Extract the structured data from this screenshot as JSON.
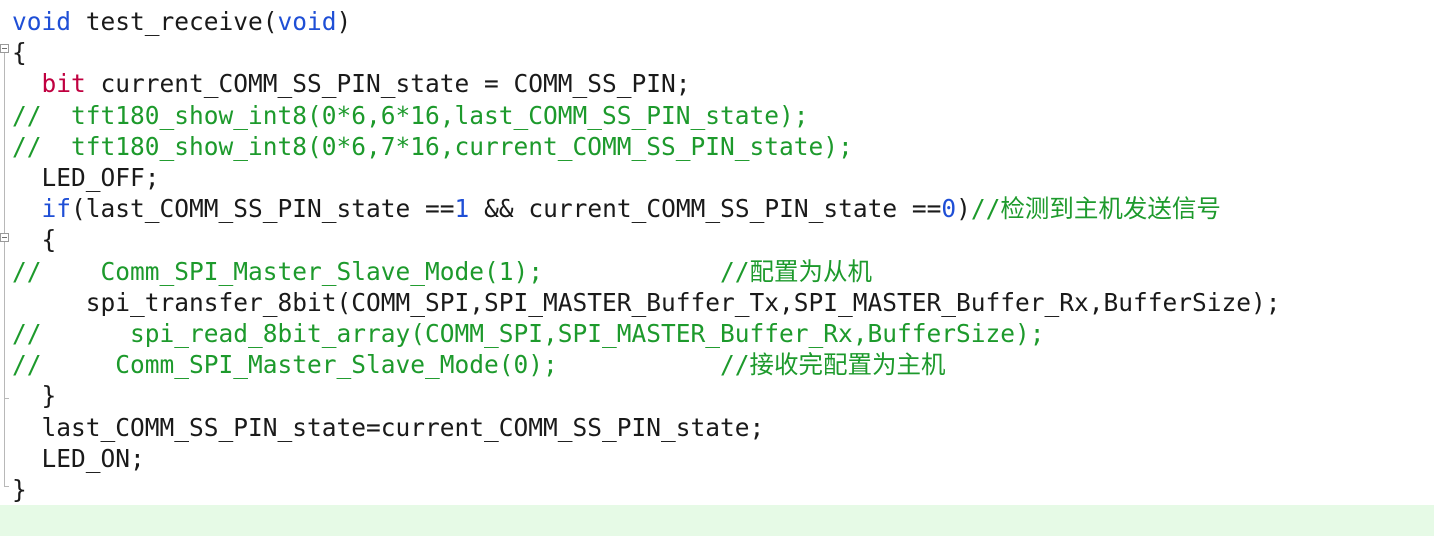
{
  "editor": {
    "lines": [
      {
        "segments": [
          {
            "t": "void",
            "c": "kw"
          },
          {
            "t": " test_receive("
          },
          {
            "t": "void",
            "c": "kw"
          },
          {
            "t": ")"
          }
        ]
      },
      {
        "segments": [
          {
            "t": "{"
          }
        ]
      },
      {
        "segments": [
          {
            "t": "  "
          },
          {
            "t": "bit",
            "c": "ty"
          },
          {
            "t": " current_COMM_SS_PIN_state = COMM_SS_PIN;"
          }
        ]
      },
      {
        "segments": [
          {
            "t": "//  tft180_show_int8(0*6,6*16,last_COMM_SS_PIN_state);",
            "c": "cm"
          }
        ]
      },
      {
        "segments": [
          {
            "t": "//  tft180_show_int8(0*6,7*16,current_COMM_SS_PIN_state);",
            "c": "cm"
          }
        ]
      },
      {
        "segments": [
          {
            "t": "  LED_OFF;"
          }
        ]
      },
      {
        "segments": [
          {
            "t": "  "
          },
          {
            "t": "if",
            "c": "kw"
          },
          {
            "t": "(last_COMM_SS_PIN_state =="
          },
          {
            "t": "1",
            "c": "num"
          },
          {
            "t": " && current_COMM_SS_PIN_state =="
          },
          {
            "t": "0",
            "c": "num"
          },
          {
            "t": ")"
          },
          {
            "t": "//检测到主机发送信号",
            "c": "cm"
          }
        ]
      },
      {
        "segments": [
          {
            "t": "  {"
          }
        ]
      },
      {
        "segments": [
          {
            "t": "//    Comm_SPI_Master_Slave_Mode(1);            //配置为从机",
            "c": "cm"
          }
        ]
      },
      {
        "segments": [
          {
            "t": "     spi_transfer_8bit(COMM_SPI,SPI_MASTER_Buffer_Tx,SPI_MASTER_Buffer_Rx,BufferSize);"
          }
        ]
      },
      {
        "segments": [
          {
            "t": "//      spi_read_8bit_array(COMM_SPI,SPI_MASTER_Buffer_Rx,BufferSize);",
            "c": "cm"
          }
        ]
      },
      {
        "segments": [
          {
            "t": "//     Comm_SPI_Master_Slave_Mode(0);           //接收完配置为主机",
            "c": "cm"
          }
        ]
      },
      {
        "segments": [
          {
            "t": "  }"
          }
        ]
      },
      {
        "segments": [
          {
            "t": "  last_COMM_SS_PIN_state=current_COMM_SS_PIN_state;"
          }
        ]
      },
      {
        "segments": [
          {
            "t": "  LED_ON;"
          }
        ]
      },
      {
        "segments": [
          {
            "t": "}"
          }
        ]
      },
      {
        "segments": []
      }
    ],
    "current_line": 16
  }
}
